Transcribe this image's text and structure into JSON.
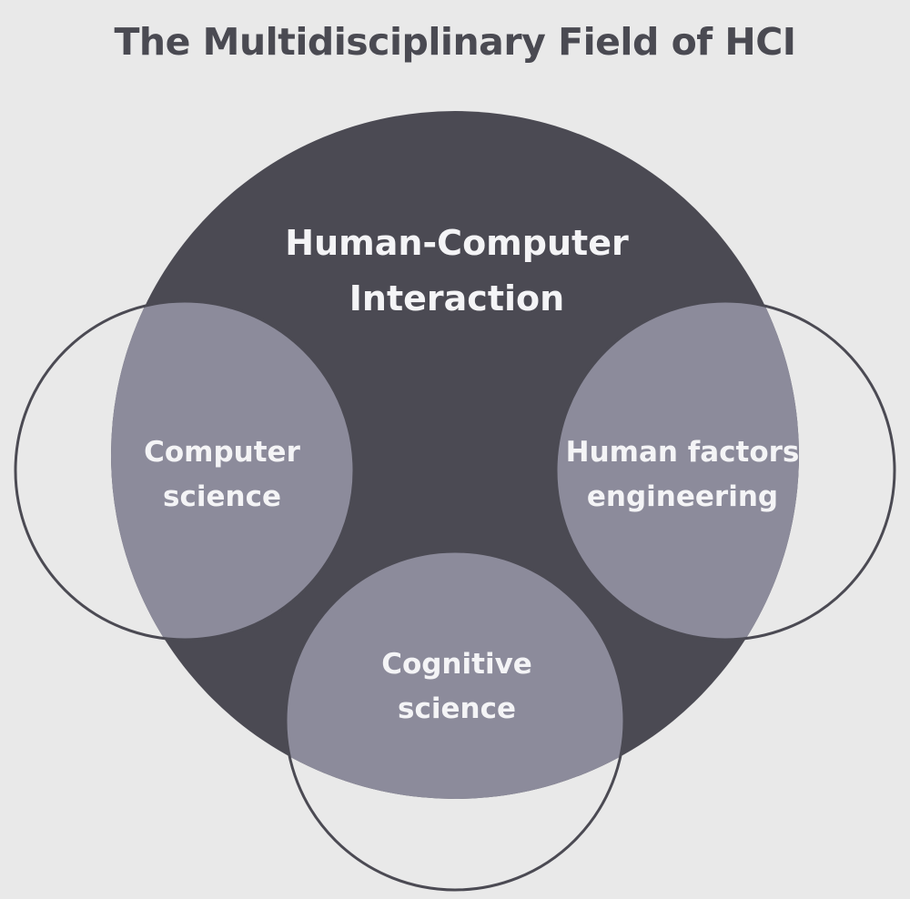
{
  "title": "The Multidisciplinary Field of HCI",
  "center": {
    "line1": "Human-Computer",
    "line2": "Interaction"
  },
  "disciplines": [
    {
      "id": "computer-science",
      "line1": "Computer",
      "line2": "science"
    },
    {
      "id": "human-factors",
      "line1": "Human factors",
      "line2": "engineering"
    },
    {
      "id": "cognitive-science",
      "line1": "Cognitive",
      "line2": "science"
    }
  ],
  "colors": {
    "background": "#e9e9e9",
    "main_circle": "#4b4a53",
    "overlap": "#8c8b9b",
    "outline": "#4b4a53",
    "label": "#f4f4f6",
    "title": "#4a4a52"
  }
}
